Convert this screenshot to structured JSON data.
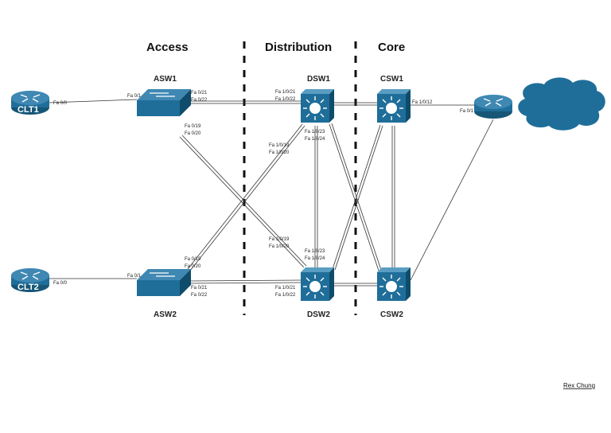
{
  "zones": [
    "Access",
    "Distribution",
    "Core"
  ],
  "devices": {
    "clt1": "CLT1",
    "clt2": "CLT2",
    "asw1": "ASW1",
    "asw2": "ASW2",
    "dsw1": "DSW1",
    "dsw2": "DSW2",
    "csw1": "CSW1",
    "csw2": "CSW2"
  },
  "ports": {
    "clt1_fa00": "Fa 0/0",
    "asw1_fa01": "Fa 0/1",
    "asw1_fa021": "Fa 0/21",
    "asw1_fa022": "Fa 0/22",
    "asw1_fa019": "Fa 0/19",
    "asw1_fa020": "Fa 0/20",
    "dsw1_fa1021": "Fa 1/0/21",
    "dsw1_fa1022": "Fa 1/0/22",
    "dsw1_fa1023": "Fa 1/0/23",
    "dsw1_fa1024": "Fa 1/0/24",
    "dsw1_fa1019": "Fa 1/0/19",
    "dsw1_fa1020": "Fa 1/0/20",
    "csw1_fa1012": "Fa 1/0/12",
    "edge_fa01": "Fa 0/1",
    "clt2_fa00": "Fa 0/0",
    "asw2_fa01": "Fa 0/1",
    "asw2_fa019": "Fa 0/19",
    "asw2_fa020": "Fa 0/20",
    "asw2_fa021": "Fa 0/21",
    "asw2_fa022": "Fa 0/22",
    "dsw2_fa1019": "Fa 1/0/19",
    "dsw2_fa1020": "Fa 1/0/20",
    "dsw2_fa1023": "Fa 1/0/23",
    "dsw2_fa1024": "Fa 1/0/24",
    "dsw2_fa1021": "Fa 1/0/21",
    "dsw2_fa1022": "Fa 1/0/22"
  },
  "author": "Rex Chung",
  "colors": {
    "device_blue": "#1f6e99",
    "device_dark": "#165676",
    "line": "#333333"
  }
}
